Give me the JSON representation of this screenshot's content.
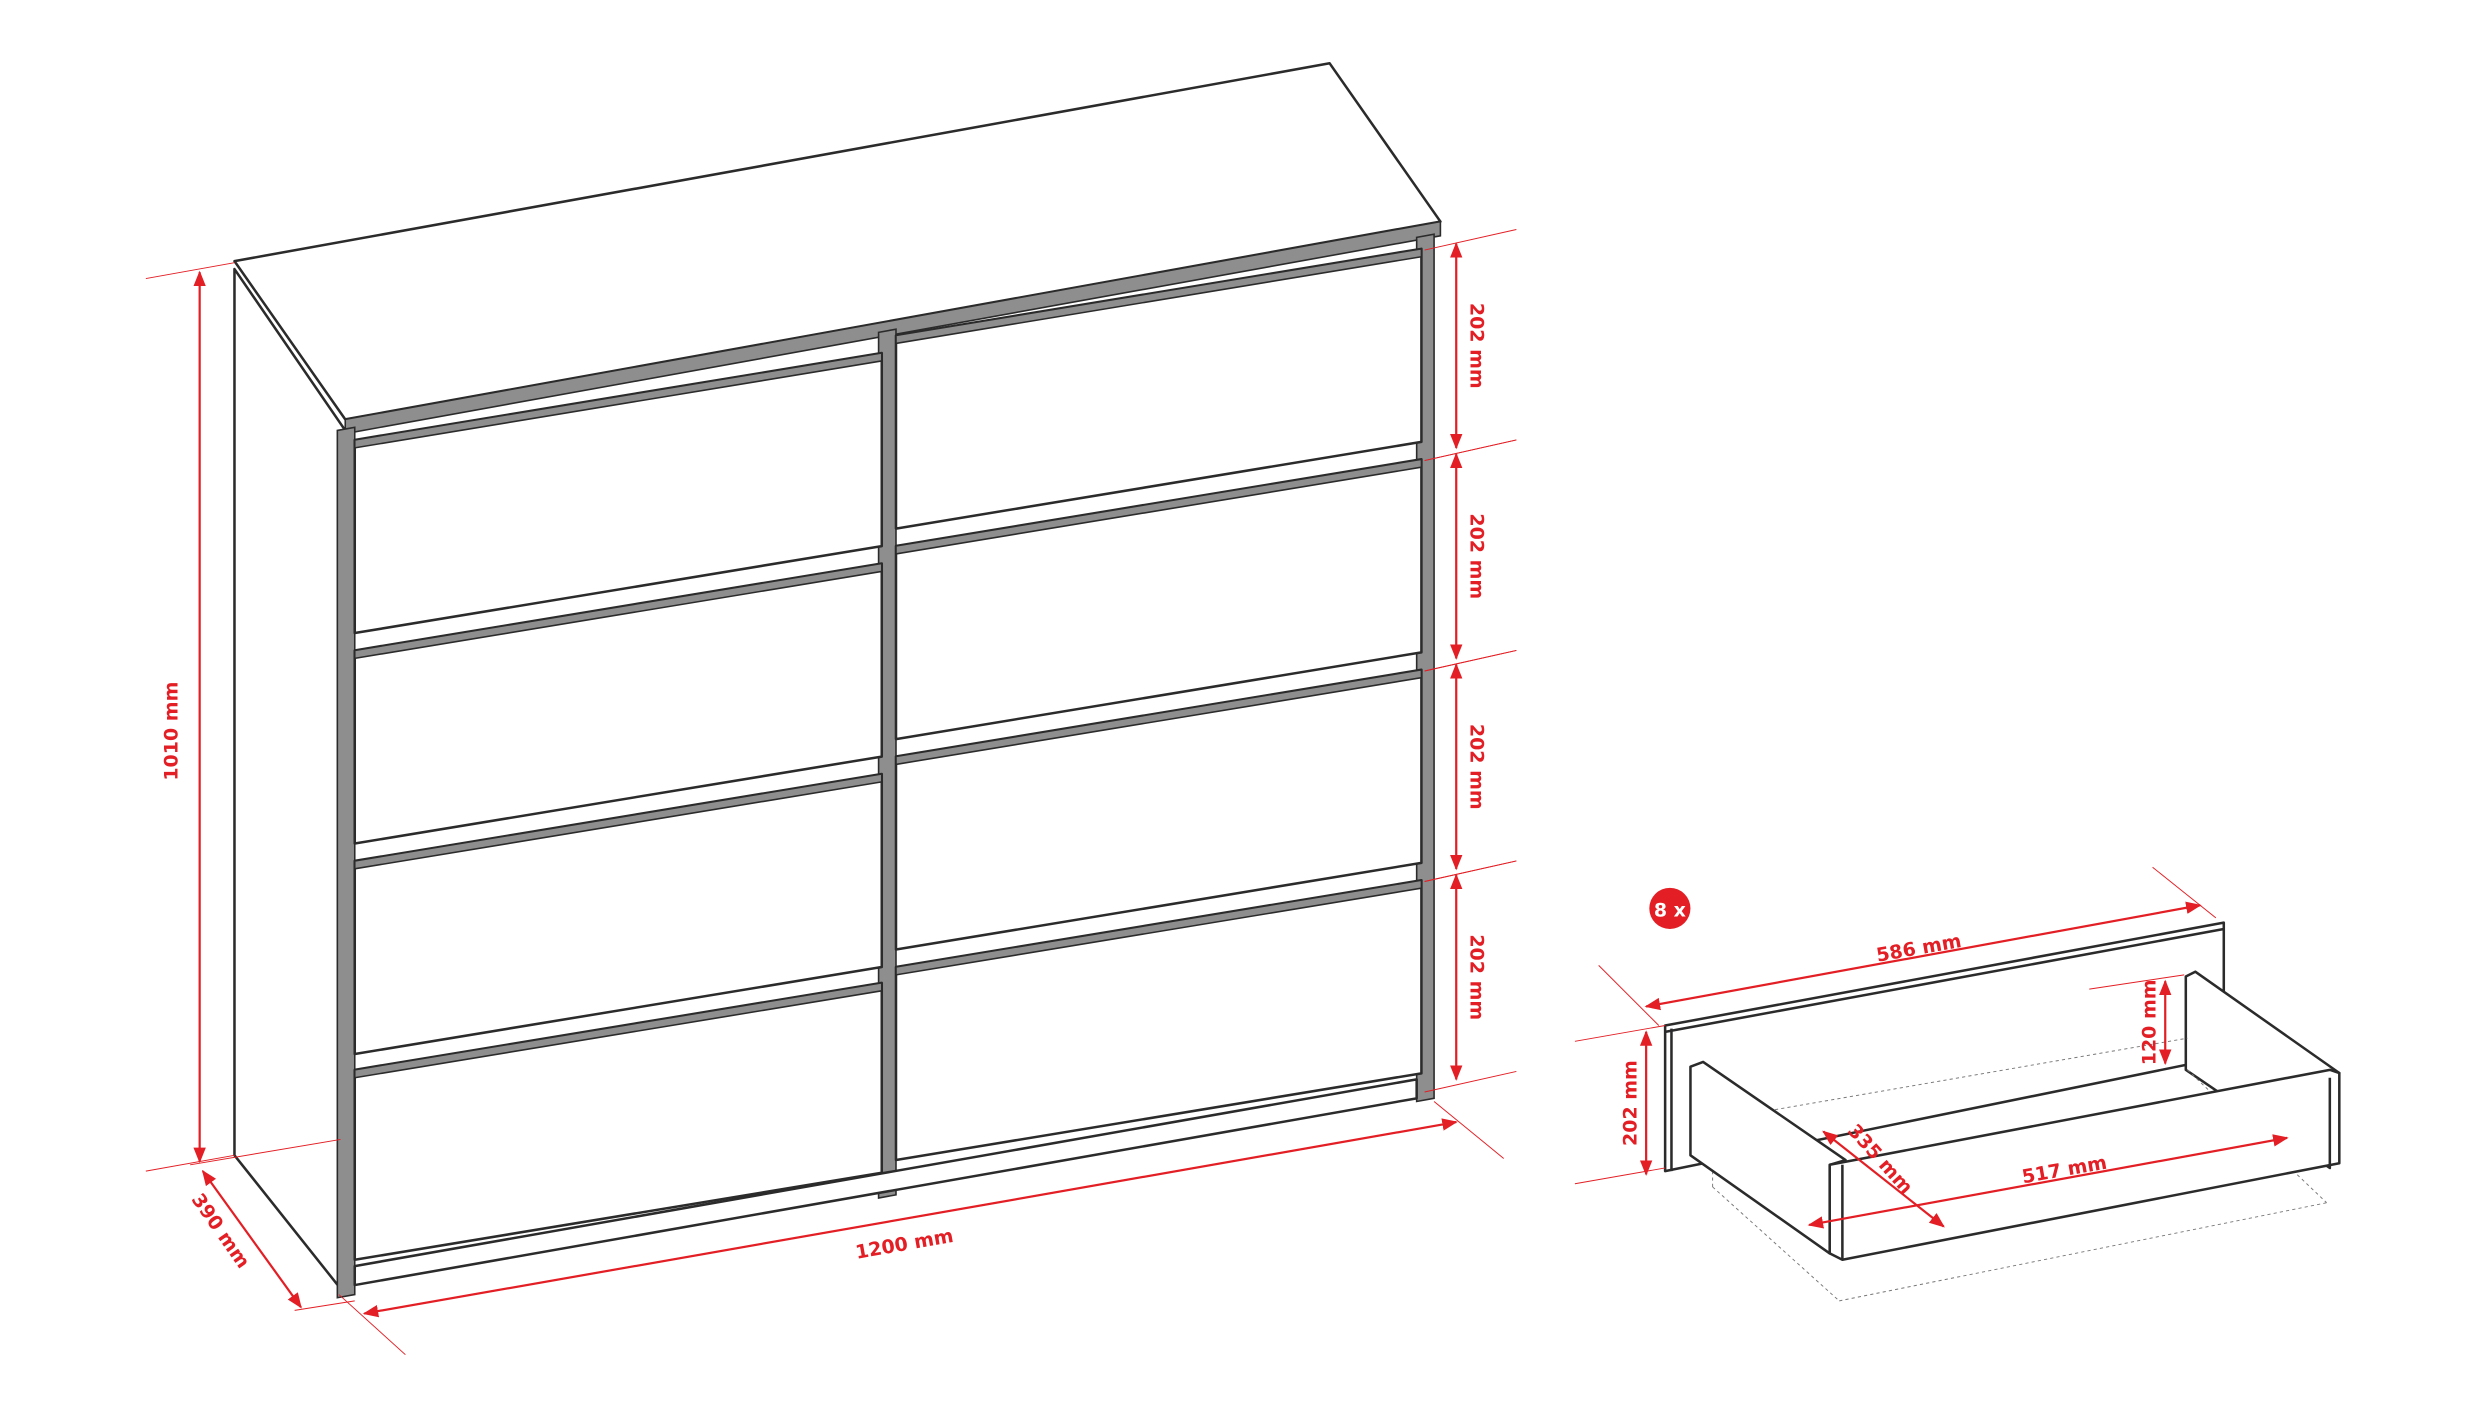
{
  "dresser": {
    "height_label": "1010 mm",
    "depth_label": "390 mm",
    "width_label": "1200 mm",
    "drawer_height_labels": [
      "202 mm",
      "202 mm",
      "202 mm",
      "202 mm"
    ]
  },
  "drawer_detail": {
    "quantity_badge": "8 x",
    "front_width_label": "586 mm",
    "front_height_label": "202 mm",
    "box_height_label": "120 mm",
    "box_depth_label": "335 mm",
    "box_width_label": "517 mm"
  },
  "colors": {
    "dimension": "#e31e24",
    "outline": "#2b2b2b"
  }
}
